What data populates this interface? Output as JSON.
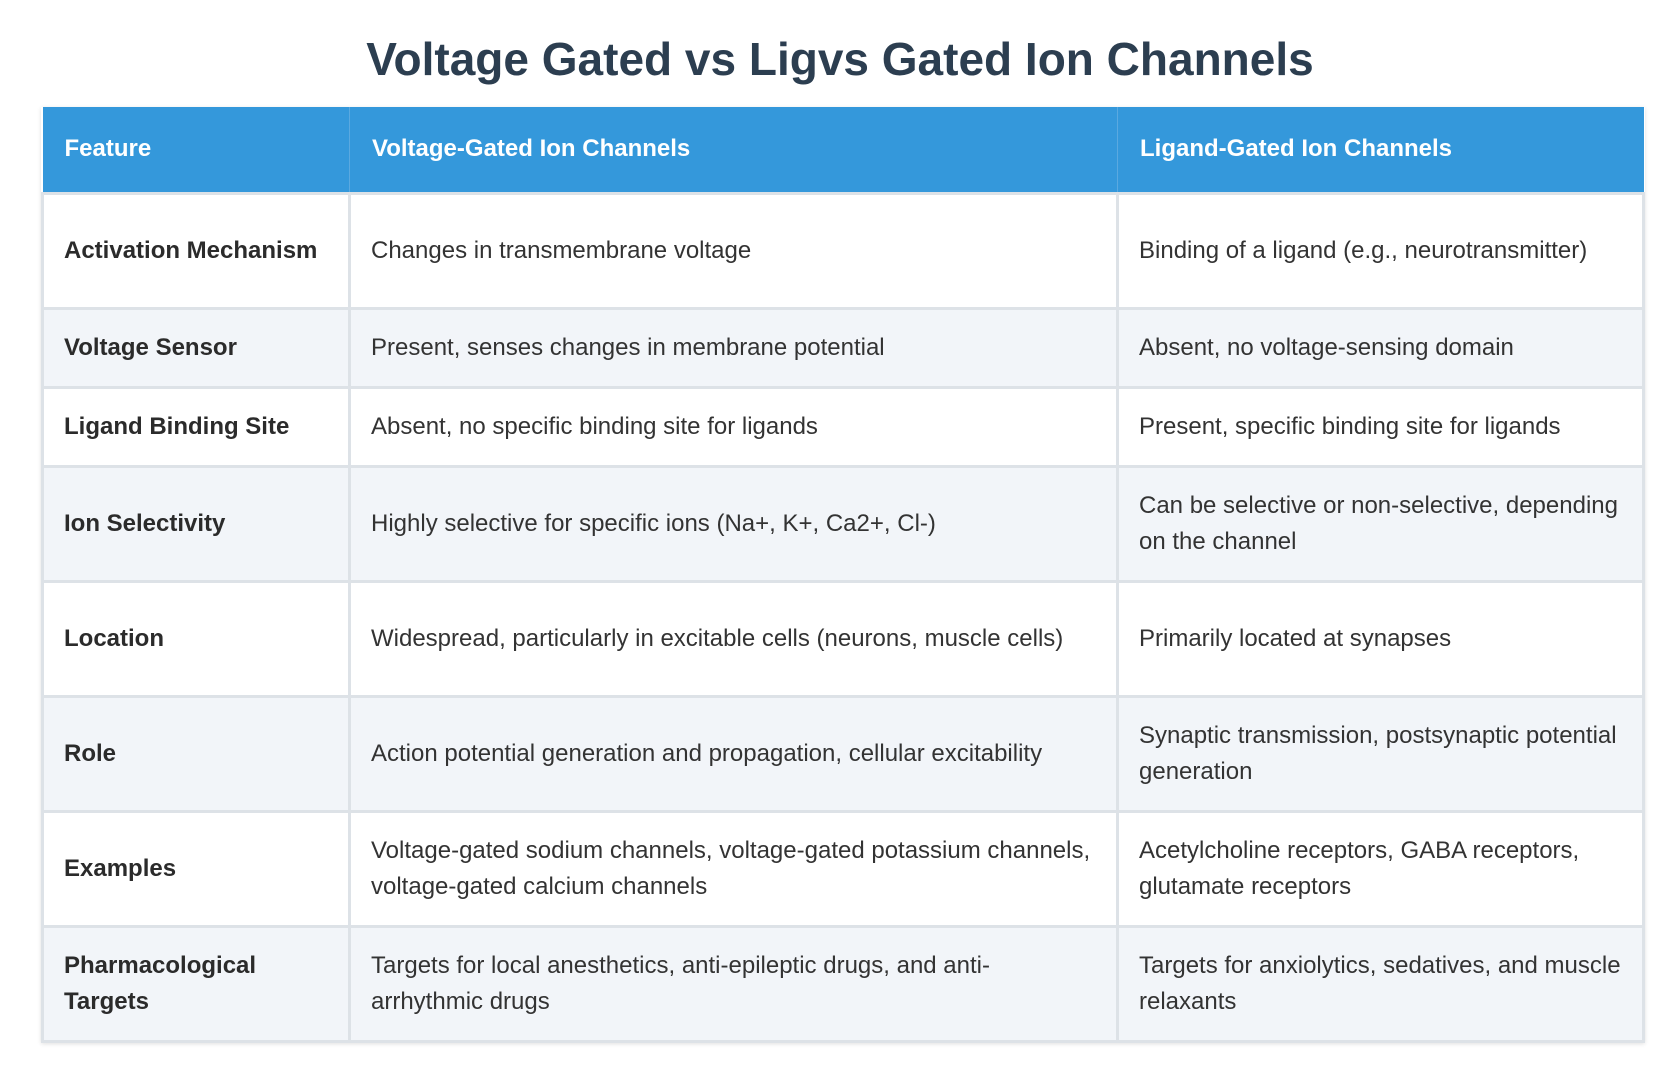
{
  "title": "Voltage Gated vs Ligvs Gated Ion Channels",
  "table": {
    "headers": [
      "Feature",
      "Voltage-Gated Ion Channels",
      "Ligand-Gated Ion Channels"
    ],
    "rows": [
      {
        "feature": "Activation Mechanism",
        "voltage": "Changes in transmembrane voltage",
        "ligand": "Binding of a ligand (e.g., neurotransmitter)"
      },
      {
        "feature": "Voltage Sensor",
        "voltage": "Present, senses changes in membrane potential",
        "ligand": "Absent, no voltage-sensing domain"
      },
      {
        "feature": "Ligand Binding Site",
        "voltage": "Absent, no specific binding site for ligands",
        "ligand": "Present, specific binding site for ligands"
      },
      {
        "feature": "Ion Selectivity",
        "voltage": "Highly selective for specific ions (Na+, K+, Ca2+, Cl-)",
        "ligand": "Can be selective or non-selective, depending on the channel"
      },
      {
        "feature": "Location",
        "voltage": "Widespread, particularly in excitable cells (neurons, muscle cells)",
        "ligand": "Primarily located at synapses"
      },
      {
        "feature": "Role",
        "voltage": "Action potential generation and propagation, cellular excitability",
        "ligand": "Synaptic transmission, postsynaptic potential generation"
      },
      {
        "feature": "Examples",
        "voltage": "Voltage-gated sodium channels, voltage-gated potassium channels, voltage-gated calcium channels",
        "ligand": "Acetylcholine receptors, GABA receptors, glutamate receptors"
      },
      {
        "feature": "Pharmacological Targets",
        "voltage": "Targets for local anesthetics, anti-epileptic drugs, and anti-arrhythmic drugs",
        "ligand": "Targets for anxiolytics, sedatives, and muscle relaxants"
      }
    ]
  },
  "colors": {
    "header_bg": "#3498db",
    "title": "#2c3e50",
    "row_alt": "#f2f5f9"
  }
}
